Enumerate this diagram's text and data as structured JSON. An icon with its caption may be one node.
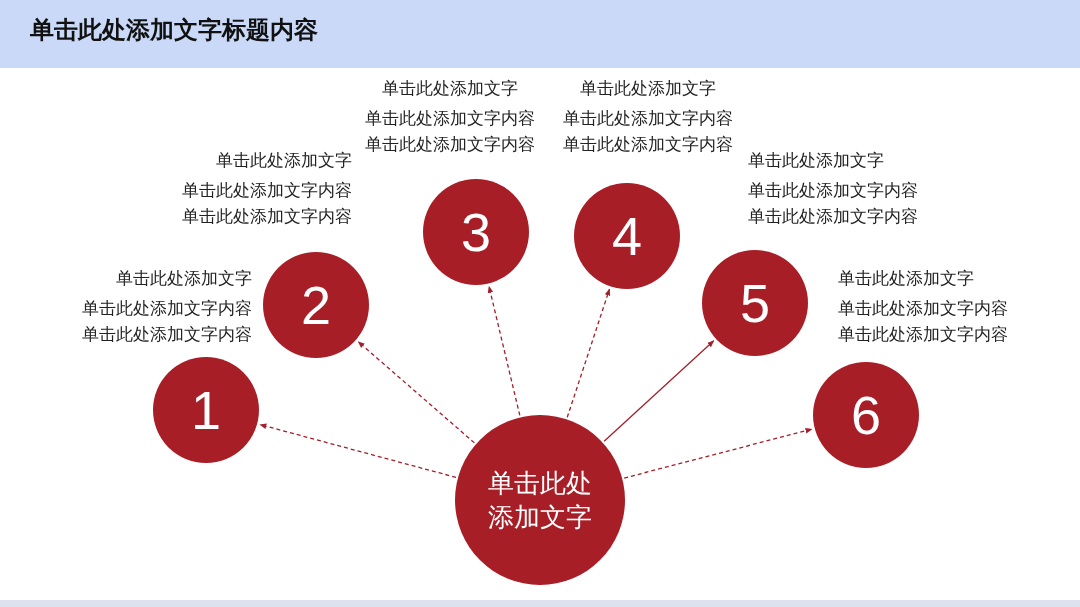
{
  "diagram": {
    "title": "单击此处添加文字标题内容",
    "nodes": [
      {
        "text": [
          "单击此处添加文字"
        ]
      },
      {
        "text": [
          "1"
        ],
        "beside": [
          "单击此处添加文字",
          "单击此处添加文字内容单击此处添加文字内容"
        ]
      },
      {
        "text": [
          "2"
        ],
        "beside": [
          "单击此处添加文字",
          "单击此处添加文字内容单击此处添加文字内容"
        ]
      },
      {
        "text": [
          "3"
        ],
        "beside": [
          "单击此处添加文字",
          "单击此处添加文字内容单击此处添加文字内容"
        ]
      },
      {
        "text": [
          "4"
        ],
        "beside": [
          "单击此处添加文字",
          "单击此处添加文字内容单击此处添加文字内容"
        ]
      },
      {
        "text": [
          "5"
        ],
        "beside": [
          "单击此处添加文字",
          "单击此处添加文字内容单击此处添加文字内容"
        ]
      },
      {
        "text": [
          "6"
        ],
        "beside": [
          "单击此处添加文字",
          "单击此处添加文字内容单击此处添加文字内容"
        ]
      }
    ],
    "edges": [
      {
        "from": 0,
        "to": 1,
        "arrow": "to",
        "style": "dashed"
      },
      {
        "from": 0,
        "to": 2,
        "arrow": "to",
        "style": "dashed"
      },
      {
        "from": 0,
        "to": 3,
        "arrow": "to",
        "style": "dashed"
      },
      {
        "from": 0,
        "to": 4,
        "arrow": "to",
        "style": "dashed"
      },
      {
        "from": 0,
        "to": 5,
        "arrow": "to"
      },
      {
        "from": 0,
        "to": 6,
        "arrow": "to",
        "style": "dashed"
      }
    ]
  }
}
